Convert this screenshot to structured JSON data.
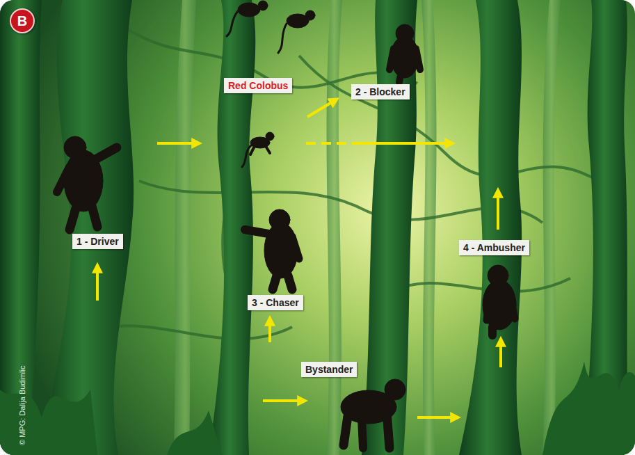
{
  "diagram": {
    "nodes": [
      {
        "text": [
          "B"
        ]
      },
      {
        "text": [
          "Red Colobus"
        ]
      },
      {
        "text": [
          "2 - Blocker"
        ]
      },
      {
        "text": [
          "1 - Driver"
        ]
      },
      {
        "text": [
          "4 - Ambusher"
        ]
      },
      {
        "text": [
          "3 - Chaser"
        ]
      },
      {
        "text": [
          "Bystander"
        ]
      }
    ],
    "labels": [
      "© MPG: Dalija Budimlic"
    ]
  }
}
